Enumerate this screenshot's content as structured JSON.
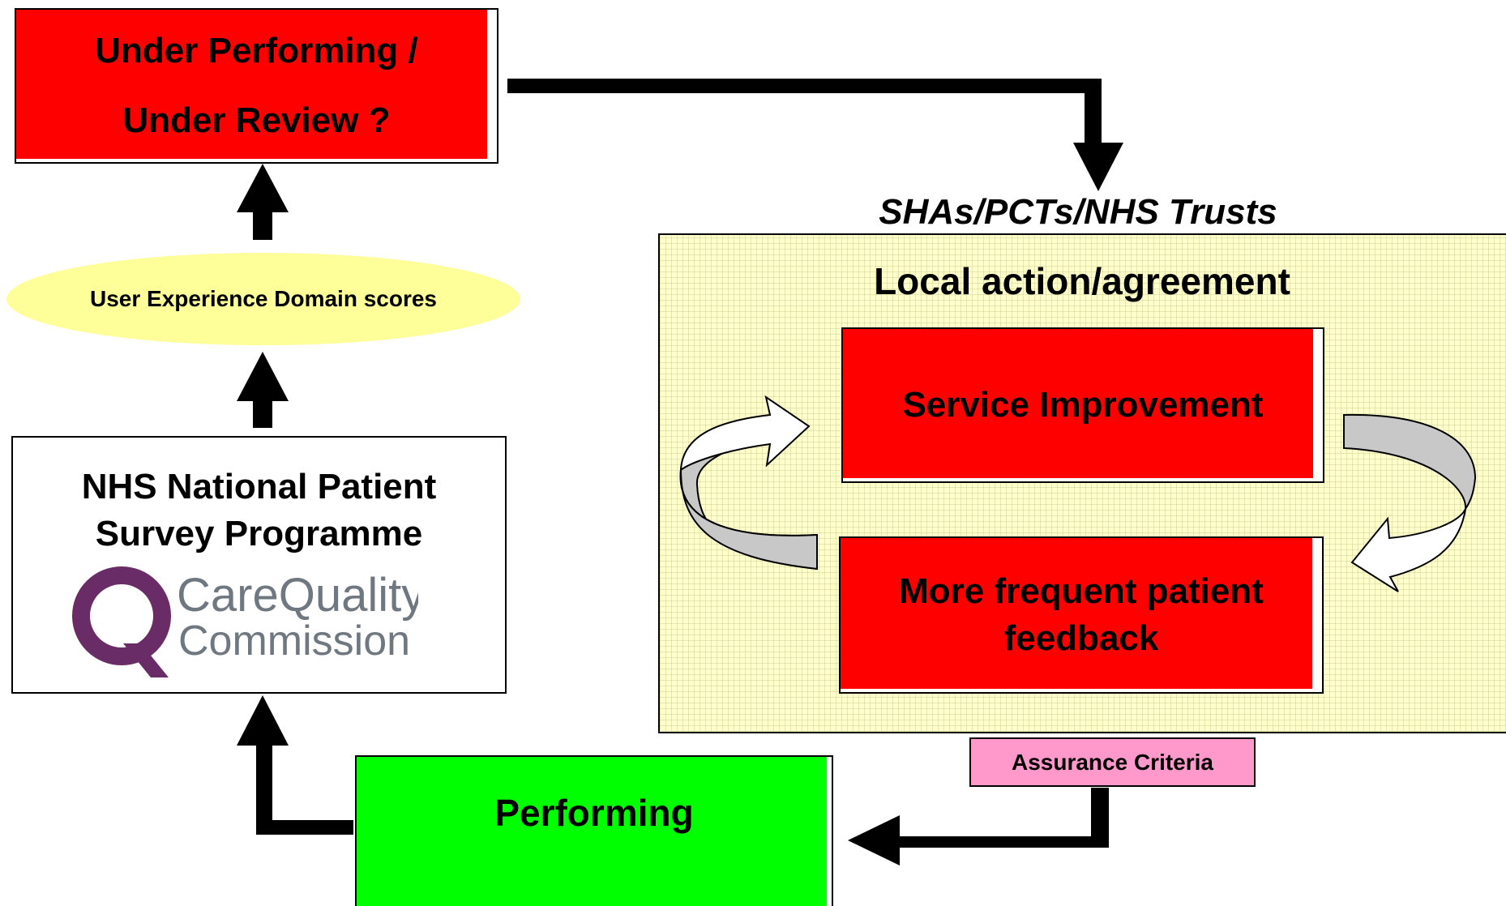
{
  "under_review": {
    "line1": "Under Performing /",
    "line2": "Under Review ?"
  },
  "organisations_label": "SHAs/PCTs/NHS Trusts",
  "local_action": {
    "title": "Local action/agreement",
    "service_improvement": "Service Improvement",
    "feedback_line1": "More frequent patient",
    "feedback_line2": "feedback"
  },
  "domain_scores": "User Experience Domain scores",
  "survey_programme": {
    "line1": "NHS National Patient",
    "line2": "Survey Programme"
  },
  "logo": {
    "line1": "CareQuality",
    "line2": "Commission",
    "color": "#6a2c66"
  },
  "assurance_criteria": "Assurance Criteria",
  "performing": "Performing",
  "colors": {
    "red": "#ff0000",
    "green": "#00ff00",
    "yellow_ellipse": "#ffff99",
    "yellow_panel": "#ffffcc",
    "pink": "#ff99cc",
    "grey_arrow": "#c8c8c8"
  }
}
